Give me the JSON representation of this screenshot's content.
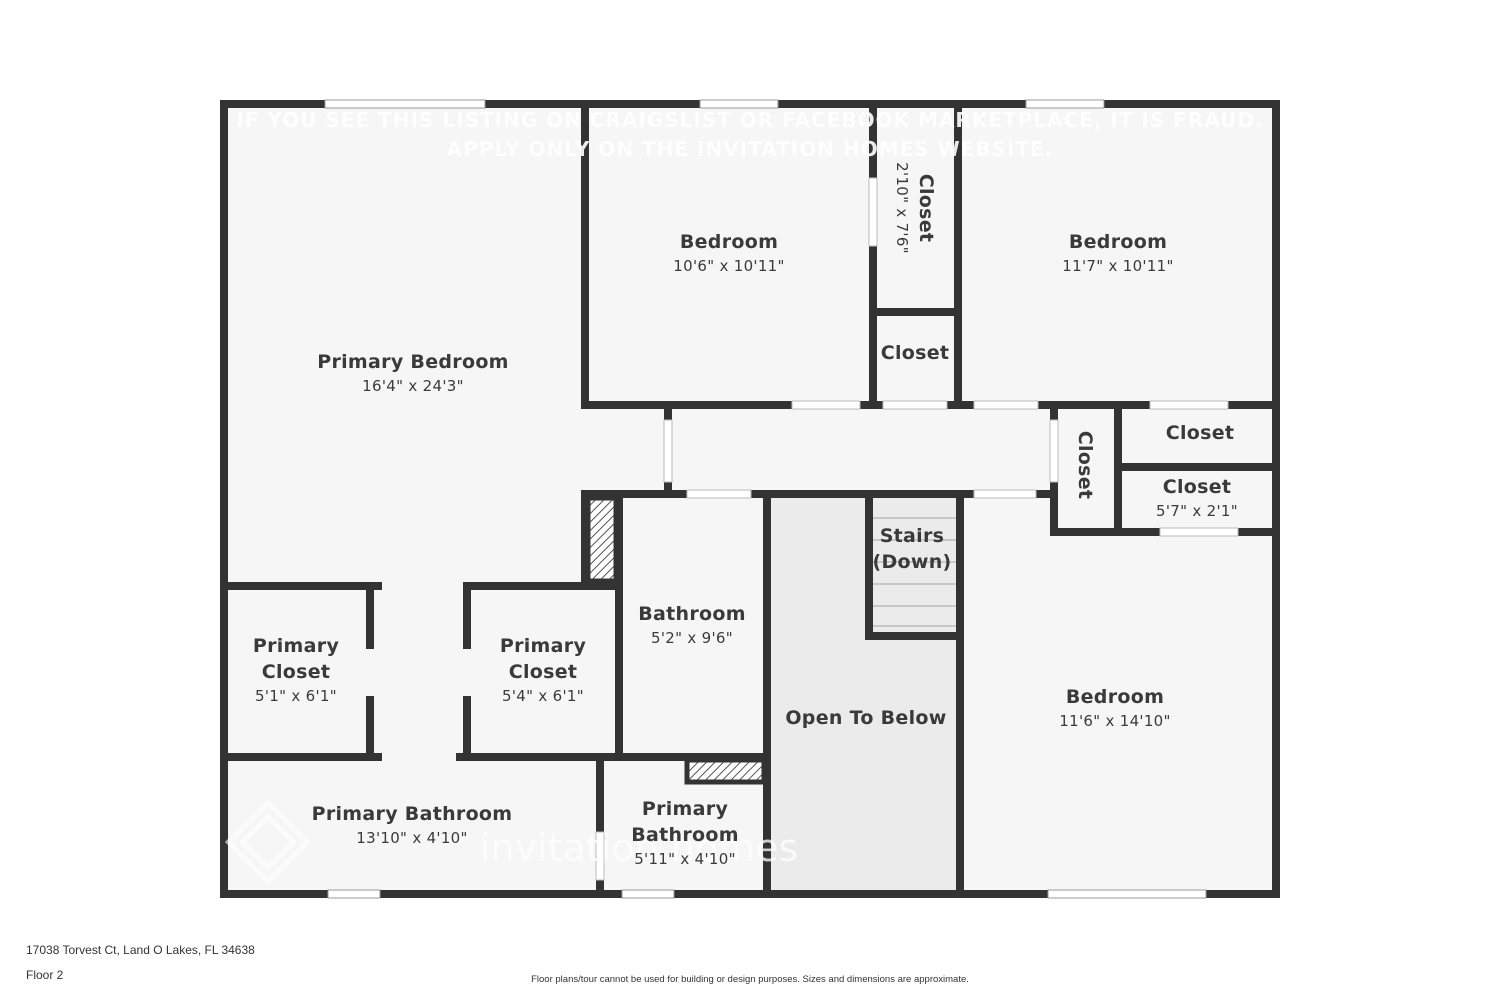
{
  "watermark": {
    "line1": "IF YOU SEE THIS LISTING ON CRAIGSLIST OR FACEBOOK MARKETPLACE, IT IS FRAUD.",
    "line2": "APPLY ONLY ON THE INVITATION HOMES WEBSITE.",
    "logo_text": "invitation homes"
  },
  "rooms": {
    "primary_bedroom": {
      "name": "Primary Bedroom",
      "dim": "16'4\" x 24'3\""
    },
    "bedroom_1": {
      "name": "Bedroom",
      "dim": "10'6\" x 10'11\""
    },
    "closet_top": {
      "name": "Closet",
      "dim": "2'10\" x 7'6\""
    },
    "closet_mid": {
      "name": "Closet"
    },
    "bedroom_2": {
      "name": "Bedroom",
      "dim": "11'7\" x 10'11\""
    },
    "closet_vert": {
      "name": "Closet"
    },
    "closet_right_top": {
      "name": "Closet"
    },
    "closet_right_small": {
      "name": "Closet",
      "dim": "5'7\" x 2'1\""
    },
    "stairs": {
      "name": "Stairs",
      "name2": "(Down)"
    },
    "bathroom": {
      "name": "Bathroom",
      "dim": "5'2\" x 9'6\""
    },
    "primary_closet_left": {
      "name": "Primary",
      "name2": "Closet",
      "dim": "5'1\" x 6'1\""
    },
    "primary_closet_right": {
      "name": "Primary",
      "name2": "Closet",
      "dim": "5'4\" x 6'1\""
    },
    "open_to_below": {
      "name": "Open To Below"
    },
    "bedroom_3": {
      "name": "Bedroom",
      "dim": "11'6\" x 14'10\""
    },
    "primary_bathroom_1": {
      "name": "Primary Bathroom",
      "dim": "13'10\" x 4'10\""
    },
    "primary_bathroom_2": {
      "name": "Primary",
      "name2": "Bathroom",
      "dim": "5'11\" x 4'10\""
    }
  },
  "footer": {
    "address": "17038 Torvest Ct, Land O Lakes, FL 34638",
    "floor": "Floor 2",
    "disclaimer": "Floor plans/tour cannot be used for building or design purposes. Sizes and dimensions are approximate."
  },
  "colors": {
    "wall": "#333333",
    "floor": "#f6f6f6",
    "open_area": "#ebebeb",
    "window": "#ffffff"
  }
}
